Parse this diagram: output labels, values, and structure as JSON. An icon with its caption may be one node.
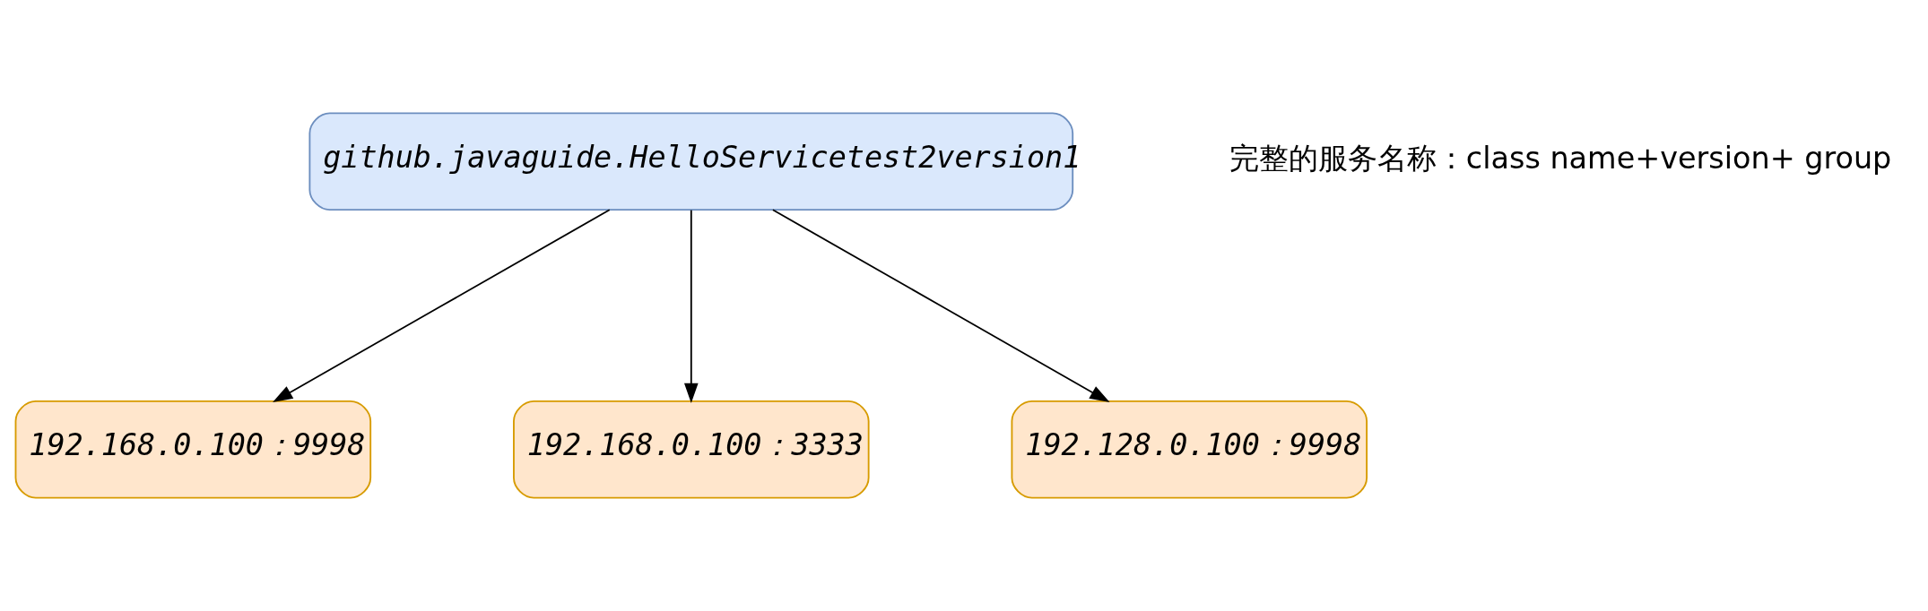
{
  "diagram": {
    "nodes": [
      {
        "text": [
          "github.javaguide.HelloServicetest2version1"
        ]
      },
      {
        "text": [
          "192.168.0.100：9998"
        ]
      },
      {
        "text": [
          "192.168.0.100：3333"
        ]
      },
      {
        "text": [
          "192.128.0.100：9998"
        ]
      }
    ],
    "edges": [
      {
        "from": 0,
        "to": 1,
        "arrow": "to"
      },
      {
        "from": 0,
        "to": 2,
        "arrow": "to"
      },
      {
        "from": 0,
        "to": 3,
        "arrow": "to"
      }
    ],
    "labels": [
      "完整的服务名称：class name+version+ group"
    ]
  }
}
